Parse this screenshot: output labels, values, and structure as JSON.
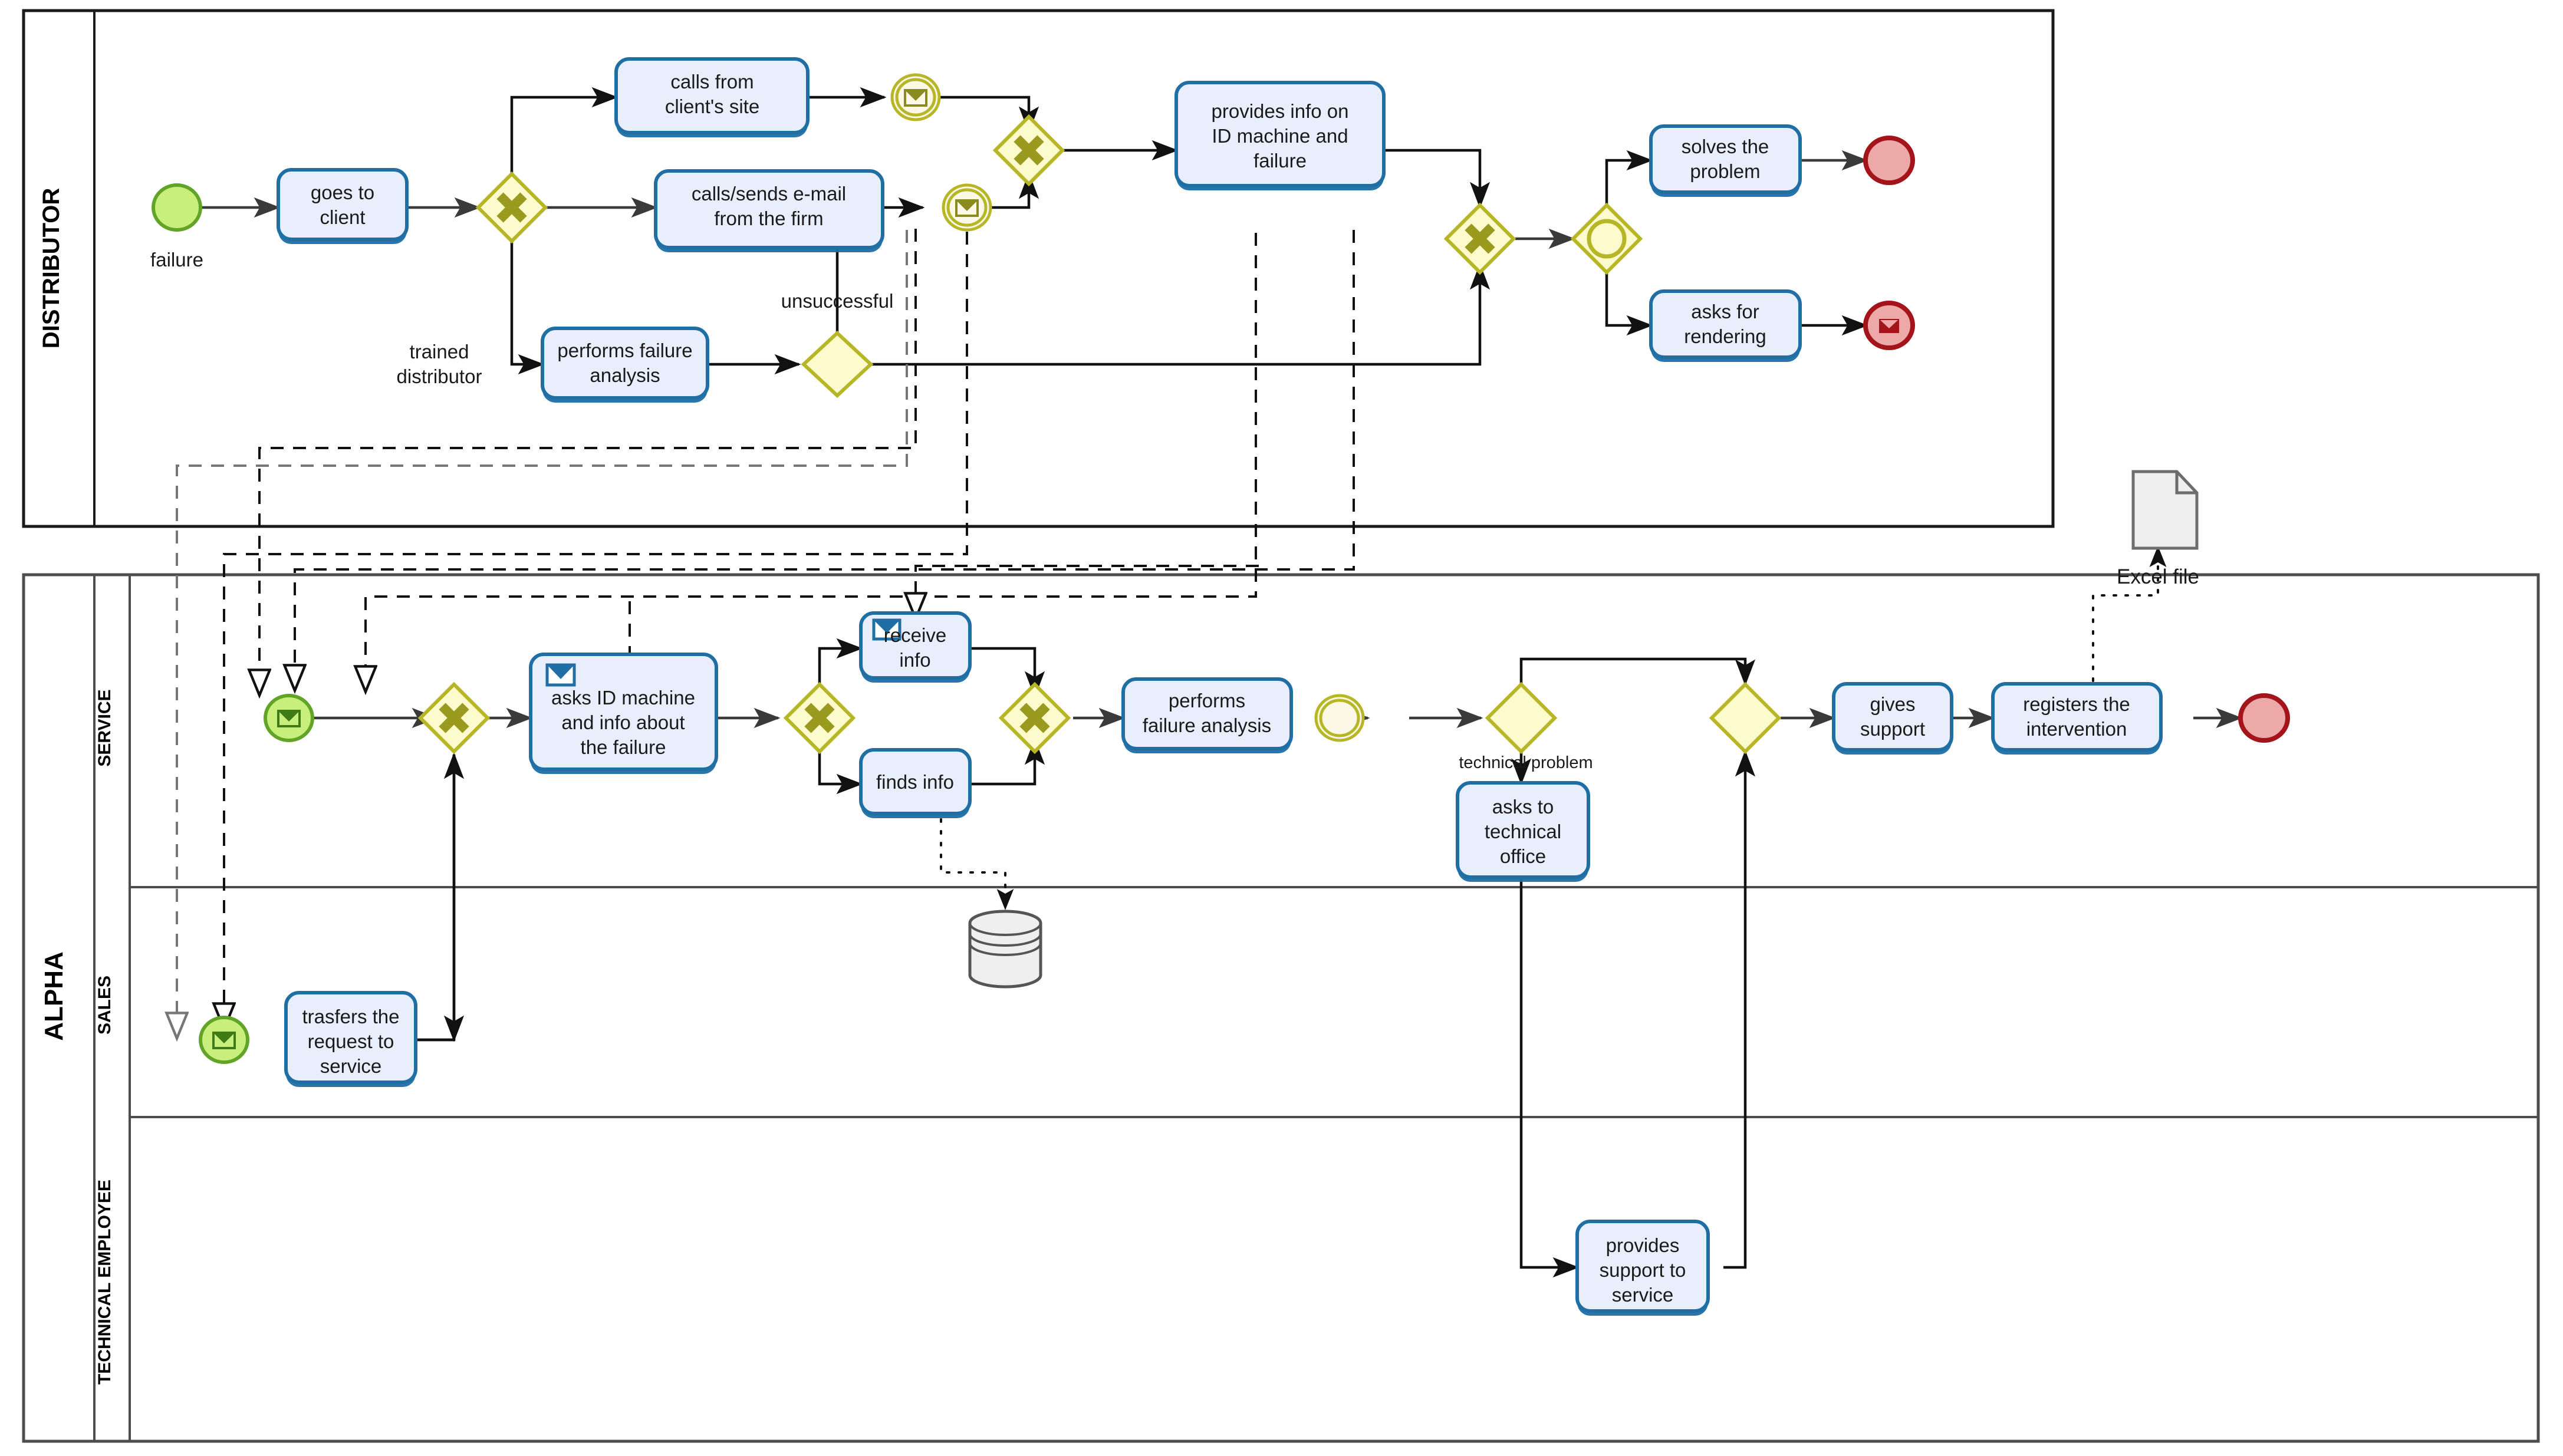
{
  "diagram": {
    "title": "Failure handling and support process (BPMN collaboration)",
    "colors": {
      "task_fill": "#e8eefc",
      "task_stroke": "#1f6fa5",
      "gateway_fill": "#fdfbcd",
      "gateway_stroke": "#b6b626",
      "start_event_fill": "#c8ef7c",
      "start_event_stroke": "#62a428",
      "end_event_fill": "#eda8a8",
      "end_event_stroke": "#a3151b",
      "pool_stroke": "#1a1a1a",
      "flow_stroke": "#3a3a3a"
    }
  },
  "pools": [
    {
      "id": "pool-distributor",
      "label": "DISTRIBUTOR"
    },
    {
      "id": "pool-alpha",
      "label": "ALPHA"
    }
  ],
  "lanes": [
    {
      "id": "lane-service",
      "label": "SERVICE"
    },
    {
      "id": "lane-sales",
      "label": "SALES"
    },
    {
      "id": "lane-technical-employee",
      "label": "TECHNICAL EMPLOYEE"
    }
  ],
  "tasks": [
    {
      "id": "t-goes-to-client",
      "lines": [
        "goes to",
        "client"
      ]
    },
    {
      "id": "t-calls-client-site",
      "lines": [
        "calls from",
        "client's site"
      ]
    },
    {
      "id": "t-calls-sends-email",
      "lines": [
        "calls/sends e-mail",
        "from the firm"
      ]
    },
    {
      "id": "t-performs-failure-analysis-dist",
      "lines": [
        "performs failure",
        "analysis"
      ]
    },
    {
      "id": "t-provides-info",
      "lines": [
        "provides info on",
        "ID machine and",
        "failure"
      ]
    },
    {
      "id": "t-solves-problem",
      "lines": [
        "solves the",
        "problem"
      ]
    },
    {
      "id": "t-asks-rendering",
      "lines": [
        "asks for",
        "rendering"
      ]
    },
    {
      "id": "t-asks-id-machine",
      "lines": [
        "asks ID machine",
        "and info about",
        "the failure"
      ]
    },
    {
      "id": "t-receive-info",
      "lines": [
        "receive",
        "info"
      ]
    },
    {
      "id": "t-finds-info",
      "lines": [
        "finds info"
      ]
    },
    {
      "id": "t-performs-failure-analysis-svc",
      "lines": [
        "performs",
        "failure analysis"
      ]
    },
    {
      "id": "t-asks-technical-office",
      "lines": [
        "asks to",
        "technical",
        "office"
      ]
    },
    {
      "id": "t-gives-support",
      "lines": [
        "gives",
        "support"
      ]
    },
    {
      "id": "t-registers-intervention",
      "lines": [
        "registers the",
        "intervention"
      ]
    },
    {
      "id": "t-transfers-request",
      "lines": [
        "trasfers the",
        "request to",
        "service"
      ]
    },
    {
      "id": "t-provides-support",
      "lines": [
        "provides",
        "support to",
        "service"
      ]
    }
  ],
  "events": [
    {
      "id": "e-start-failure",
      "type": "start",
      "label": "failure"
    },
    {
      "id": "e-msg-site",
      "type": "intermediate-message",
      "label": ""
    },
    {
      "id": "e-msg-firm",
      "type": "intermediate-message",
      "label": ""
    },
    {
      "id": "e-end-solved",
      "type": "end",
      "label": ""
    },
    {
      "id": "e-end-rendering",
      "type": "end-message",
      "label": ""
    },
    {
      "id": "e-start-service",
      "type": "start-message",
      "label": ""
    },
    {
      "id": "e-int-service",
      "type": "intermediate",
      "label": ""
    },
    {
      "id": "e-end-service",
      "type": "end",
      "label": ""
    },
    {
      "id": "e-start-sales",
      "type": "start-message",
      "label": ""
    }
  ],
  "gateways": [
    {
      "id": "g-split-dist",
      "type": "exclusive"
    },
    {
      "id": "g-join-dist",
      "type": "exclusive"
    },
    {
      "id": "g-after-analysis",
      "type": "exclusive-empty"
    },
    {
      "id": "g-merge-dist",
      "type": "exclusive"
    },
    {
      "id": "g-event-based-dist",
      "type": "event-based"
    },
    {
      "id": "g-join-service-in",
      "type": "exclusive"
    },
    {
      "id": "g-split-info",
      "type": "exclusive"
    },
    {
      "id": "g-join-info",
      "type": "exclusive"
    },
    {
      "id": "g-tech-split",
      "type": "exclusive-empty"
    },
    {
      "id": "g-tech-join",
      "type": "exclusive-empty"
    }
  ],
  "edge_labels": [
    {
      "id": "lbl-trained-distributor",
      "lines": [
        "trained",
        "distributor"
      ]
    },
    {
      "id": "lbl-unsuccessful",
      "lines": [
        "unsuccessful"
      ]
    },
    {
      "id": "lbl-technical-problem",
      "lines": [
        "technical problem"
      ]
    }
  ],
  "artifacts": [
    {
      "id": "doc-excel-file",
      "type": "data-object",
      "label": "Excel file"
    },
    {
      "id": "datastore-info",
      "type": "data-store",
      "label": ""
    }
  ]
}
